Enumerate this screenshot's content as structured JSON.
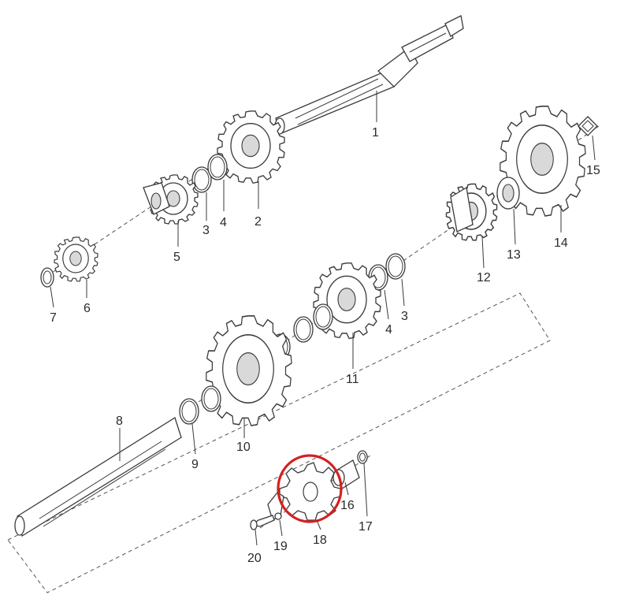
{
  "callouts": [
    "1",
    "2",
    "3",
    "4",
    "5",
    "6",
    "7",
    "3",
    "4",
    "12",
    "13",
    "14",
    "15",
    "11",
    "10",
    "9",
    "8",
    "16",
    "17",
    "18",
    "19",
    "20"
  ],
  "colors": {
    "highlight": "#d42020",
    "line": "#3a3a3a",
    "shade": "#d9d9d9"
  },
  "highlight_target": "18"
}
